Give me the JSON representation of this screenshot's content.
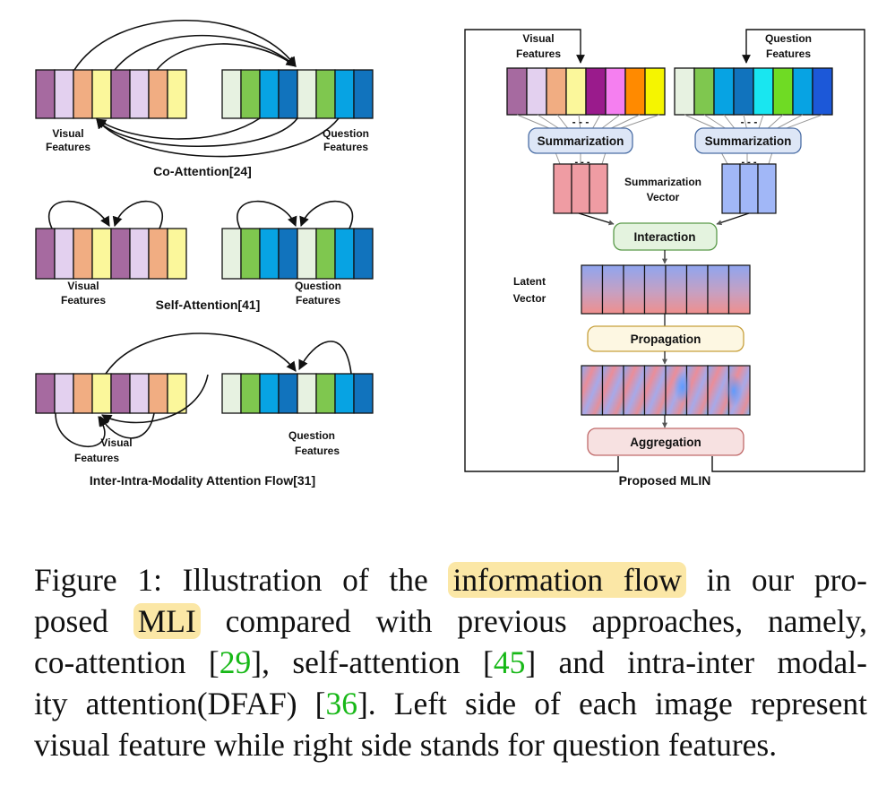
{
  "panels": {
    "co_attention": {
      "title": "Co-Attention[24]",
      "visual_label": [
        "Visual",
        "Features"
      ],
      "question_label": [
        "Question",
        "Features"
      ]
    },
    "self_attention": {
      "title": "Self-Attention[41]",
      "visual_label": [
        "Visual",
        "Features"
      ],
      "question_label": [
        "Question",
        "Features"
      ]
    },
    "inter_intra": {
      "title": "Inter-Intra-Modality Attention Flow[31]",
      "visual_label": [
        "Visual",
        "Features"
      ],
      "question_label": [
        "Question",
        "Features"
      ]
    },
    "mlin": {
      "title": "Proposed MLIN",
      "visual_label": [
        "Visual",
        "Features"
      ],
      "question_label": [
        "Question",
        "Features"
      ],
      "summarization": "Summarization",
      "summarization_vector": [
        "Summarization",
        "Vector"
      ],
      "interaction": "Interaction",
      "latent_vector": [
        "Latent",
        "Vector"
      ],
      "propagation": "Propagation",
      "aggregation": "Aggregation"
    }
  },
  "colors": {
    "visual_cells_left": [
      "#a66aa0",
      "#e3d0ef",
      "#f1ad82",
      "#fbf79b",
      "#a66aa0",
      "#e3d0ef",
      "#f1ad82",
      "#fbf79b"
    ],
    "question_cells_left": [
      "#e7f2e1",
      "#7fc74f",
      "#07a3e3",
      "#1173bd",
      "#e7f2e1",
      "#7fc74f",
      "#07a3e3",
      "#1173bd"
    ],
    "visual_cells_mlin": [
      "#a66aa0",
      "#e3d0ef",
      "#f1ad82",
      "#fbf79b",
      "#9a1b8c",
      "#f57ff0",
      "#ff8a00",
      "#f5f500"
    ],
    "question_cells_mlin": [
      "#e7f2e1",
      "#7fc74f",
      "#07a3e3",
      "#1173bd",
      "#19e6f0",
      "#6fdb24",
      "#07a3e3",
      "#1c58d8"
    ],
    "highlight": "#fbe7a6",
    "citation": "#17b817"
  },
  "caption": {
    "l1_a": "Figure 1: Illustration of the ",
    "l1_hl": "information flow",
    "l1_b": " in our pro-",
    "l2_a": "posed ",
    "l2_hl": "MLI",
    "l2_b": " compared with previous approaches, namely,",
    "l3_a": "co-attention [",
    "cite1": "29",
    "l3_b": "], self-attention [",
    "cite2": "45",
    "l3_c": "] and intra-inter modal-",
    "l4_a": "ity attention(DFAF) [",
    "cite3": "36",
    "l4_b": "]. Left side of each image represent",
    "l5": "visual feature while right side stands for question features."
  }
}
